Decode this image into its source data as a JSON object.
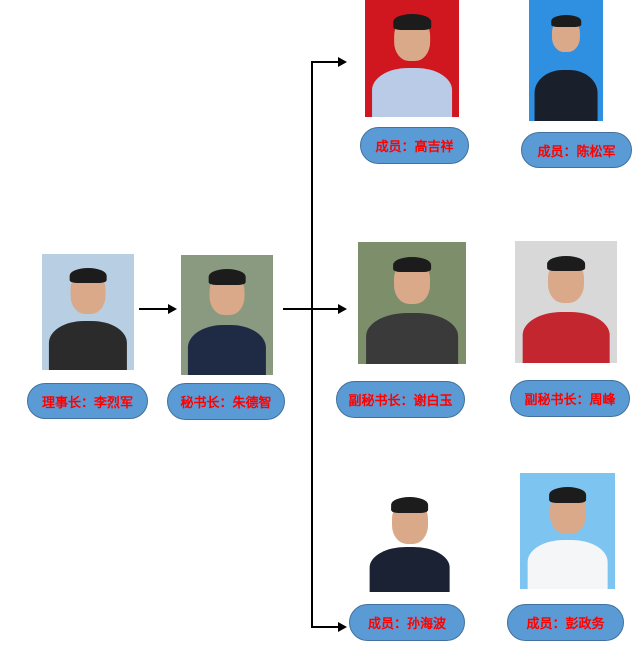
{
  "members": [
    {
      "id": "chairman",
      "label": "理事长：李烈军",
      "photo_bg": "#b8cfe3",
      "body_color": "#2b2b2b"
    },
    {
      "id": "secretary-general",
      "label": "秘书长：朱德智",
      "photo_bg": "#8a9a80",
      "body_color": "#1f2a44"
    },
    {
      "id": "member-gao",
      "label": "成员：高吉祥",
      "photo_bg": "#d0161e",
      "body_color": "#b9cbe6"
    },
    {
      "id": "member-chen",
      "label": "成员：陈松军",
      "photo_bg": "#2f8fe0",
      "body_color": "#1a1f2c"
    },
    {
      "id": "deputy-xie",
      "label": "副秘书长：谢白玉",
      "photo_bg": "#7d8f6a",
      "body_color": "#3a3a3a"
    },
    {
      "id": "deputy-zhou",
      "label": "副秘书长：周峰",
      "photo_bg": "#d8d8d8",
      "body_color": "#c3262e"
    },
    {
      "id": "member-sun",
      "label": "成员：孙海波",
      "photo_bg": "#ffffff",
      "body_color": "#1a2233"
    },
    {
      "id": "member-peng",
      "label": "成员：彭政务",
      "photo_bg": "#7ec4f0",
      "body_color": "#f4f6f8"
    }
  ],
  "colors": {
    "label_fill": "#5b9bd5",
    "label_text": "#ff0000",
    "connector": "#000000"
  }
}
